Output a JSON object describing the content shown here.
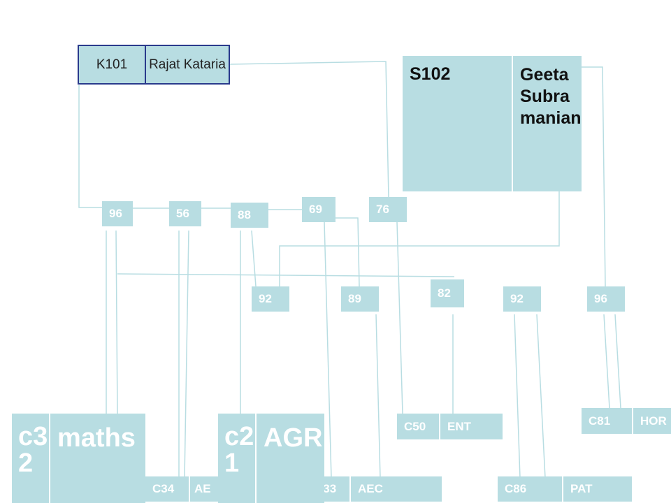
{
  "nodes": {
    "k101": {
      "id": "K101",
      "name": "Rajat Kataria"
    },
    "s102": {
      "id": "S102",
      "name": "Geeta Subramanian"
    }
  },
  "scores": [
    "96",
    "56",
    "88",
    "69",
    "76",
    "92",
    "89",
    "82",
    "92",
    "96"
  ],
  "courses": {
    "c50": {
      "code": "C50",
      "name": "ENT"
    },
    "c81": {
      "code": "C81",
      "name": "HOR"
    },
    "c34": {
      "code": "C34",
      "name": "AE"
    },
    "c33": {
      "code": "C33",
      "name": "AEC"
    },
    "c86": {
      "code": "C86",
      "name": "PAT"
    },
    "c32": {
      "code": "c32",
      "name": "maths"
    },
    "c21": {
      "code": "c21",
      "name": "AGR"
    }
  },
  "colors": {
    "fill": "#b8dde2",
    "border": "#2a3a8c",
    "text_light": "#ffffff"
  }
}
